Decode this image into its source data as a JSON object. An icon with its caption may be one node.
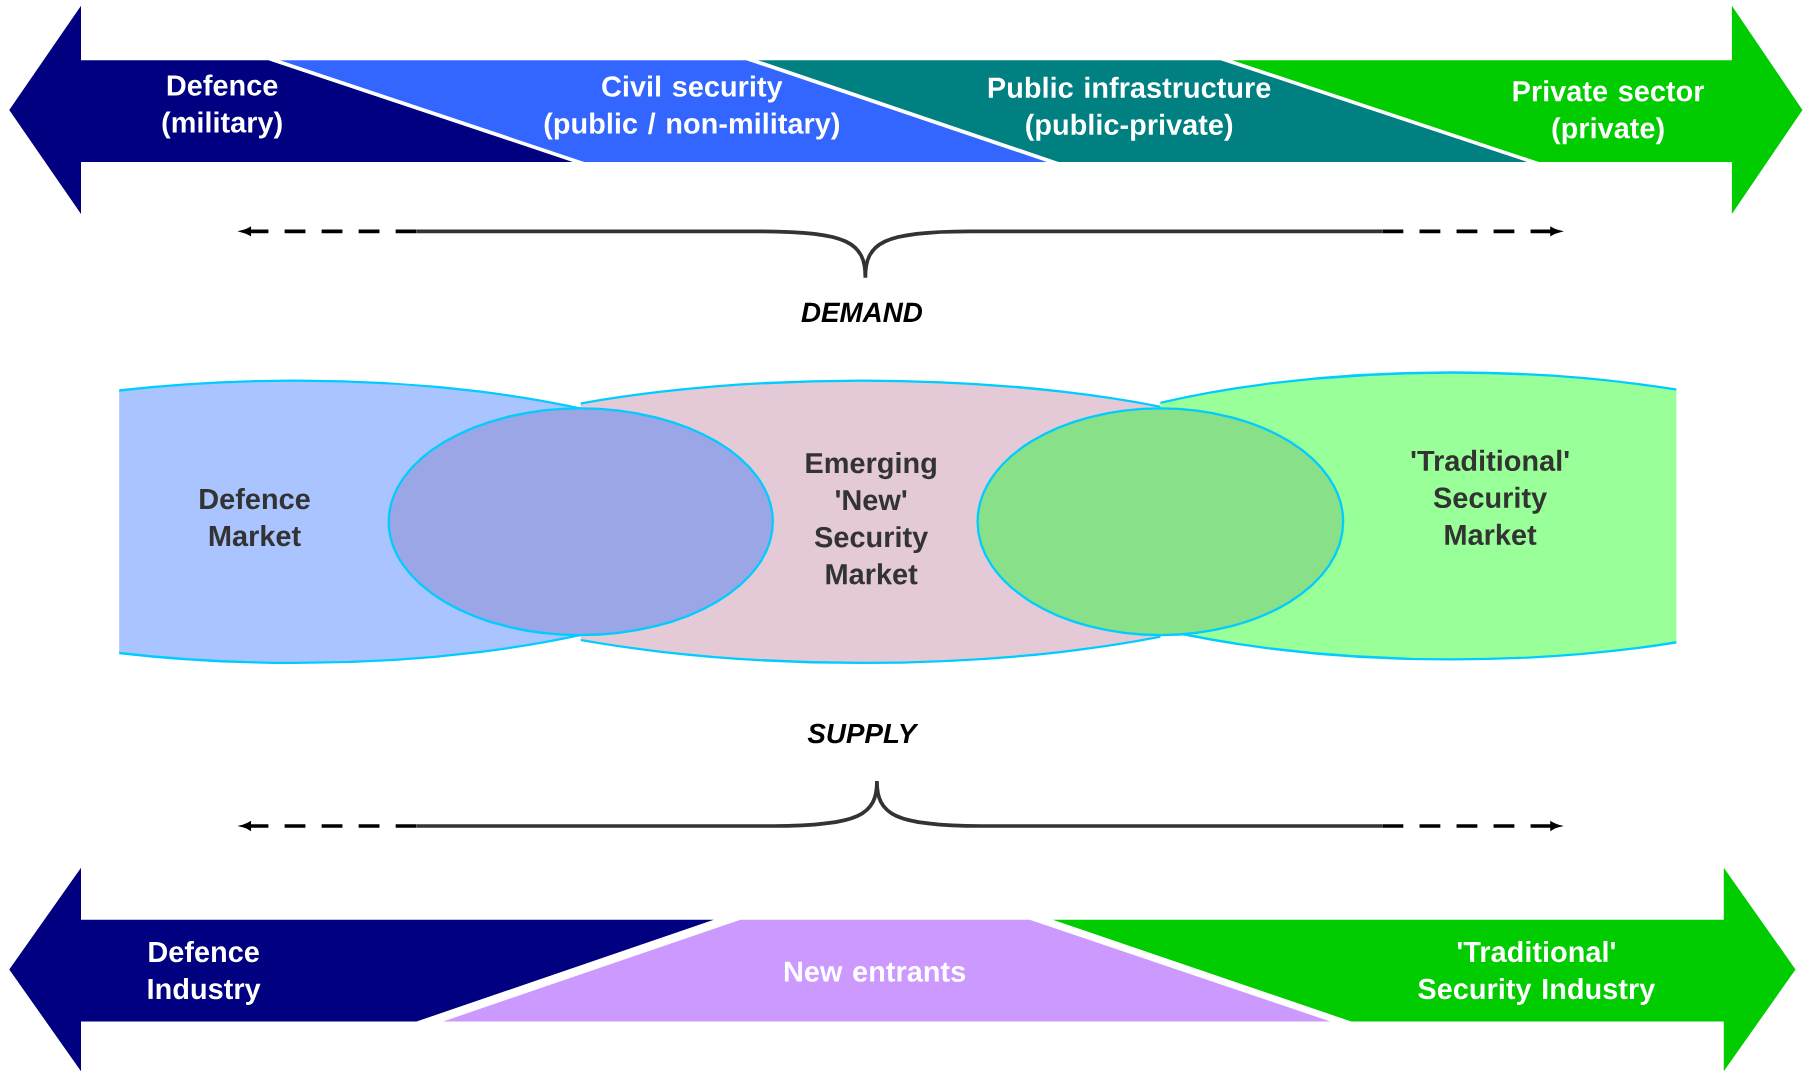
{
  "diagram": {
    "nodes": [
      {
        "text": [
          "Defence",
          "(military)"
        ]
      },
      {
        "text": [
          "Civil security",
          "(public / non-military)"
        ]
      },
      {
        "text": [
          "Public infrastructure",
          "(public-private)"
        ]
      },
      {
        "text": [
          "Private sector",
          "(private)"
        ]
      },
      {
        "text": [
          "Defence Market"
        ]
      },
      {
        "text": [],
        "shape": "ellipse"
      },
      {
        "text": [
          "Emerging 'New' Security Market"
        ]
      },
      {
        "text": [],
        "shape": "ellipse"
      },
      {
        "text": [
          "'Traditional' Security Market"
        ]
      },
      {
        "text": [
          "Defence Industry"
        ]
      },
      {
        "text": [
          "New entrants"
        ]
      },
      {
        "text": [
          "'Traditional' Security Industry"
        ]
      }
    ],
    "labels": [
      "DEMAND",
      "SUPPLY"
    ]
  }
}
